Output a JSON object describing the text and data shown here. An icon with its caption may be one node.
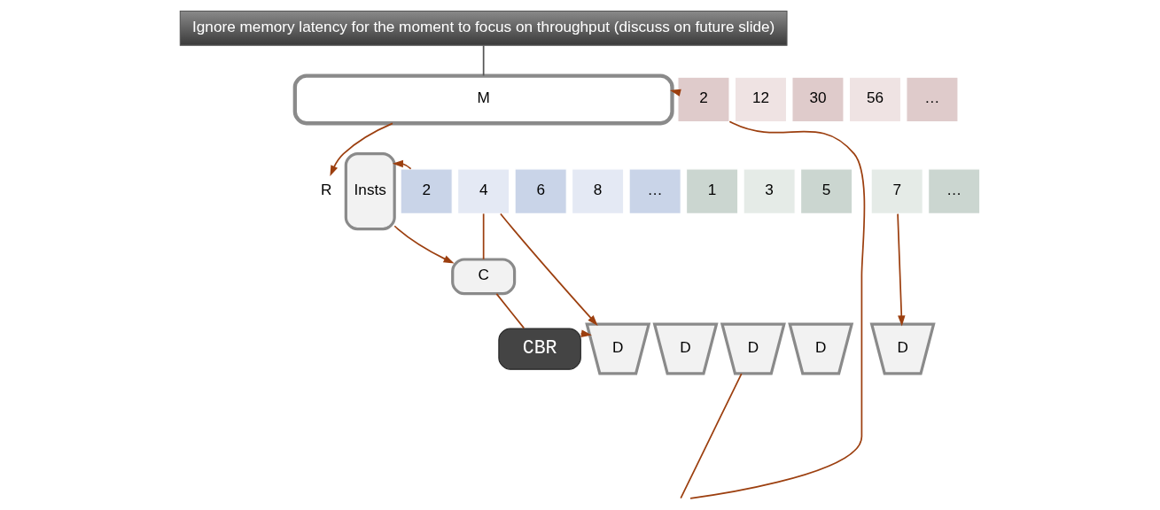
{
  "diagram": {
    "nodes": [
      {
        "text": [
          "Ignore memory latency for the moment to focus on throughput (discuss on future slide)"
        ]
      },
      {
        "text": [
          "M"
        ]
      },
      {
        "text": [
          "2"
        ]
      },
      {
        "text": [
          "12"
        ]
      },
      {
        "text": [
          "30"
        ]
      },
      {
        "text": [
          "56"
        ]
      },
      {
        "text": [
          "…"
        ]
      },
      {
        "text": [
          "Insts"
        ]
      },
      {
        "text": [
          "2"
        ]
      },
      {
        "text": [
          "4"
        ]
      },
      {
        "text": [
          "6"
        ]
      },
      {
        "text": [
          "8"
        ]
      },
      {
        "text": [
          "…"
        ]
      },
      {
        "text": [
          "R"
        ]
      },
      {
        "text": [
          "1"
        ]
      },
      {
        "text": [
          "3"
        ]
      },
      {
        "text": [
          "5"
        ]
      },
      {
        "text": [
          "7"
        ]
      },
      {
        "text": [
          "…"
        ]
      },
      {
        "text": [
          "C"
        ]
      },
      {
        "text": [
          "CBR"
        ]
      },
      {
        "text": [
          "D"
        ]
      },
      {
        "text": [
          "D"
        ]
      },
      {
        "text": [
          "D"
        ]
      },
      {
        "text": [
          "D"
        ]
      },
      {
        "text": [
          "D"
        ]
      }
    ],
    "edges": [
      {
        "from": 0,
        "to": 1,
        "arrow": "none",
        "color": "#555555"
      },
      {
        "from": 2,
        "to": 1,
        "arrow": "to"
      },
      {
        "from": 1,
        "to": 13,
        "arrow": "to"
      },
      {
        "from": 8,
        "to": 7,
        "arrow": "to"
      },
      {
        "from": 7,
        "to": 19,
        "arrow": "to"
      },
      {
        "from": 9,
        "to": 19,
        "arrow": "none"
      },
      {
        "from": 9,
        "to": 21,
        "arrow": "to"
      },
      {
        "from": 19,
        "to": 20,
        "arrow": "none"
      },
      {
        "from": 20,
        "to": 21,
        "arrow": "to"
      },
      {
        "from": 17,
        "to": 25,
        "arrow": "to"
      },
      {
        "from": 23,
        "to": null,
        "arrow": "none"
      },
      {
        "from": 2,
        "to": null,
        "arrow": "none"
      }
    ]
  }
}
